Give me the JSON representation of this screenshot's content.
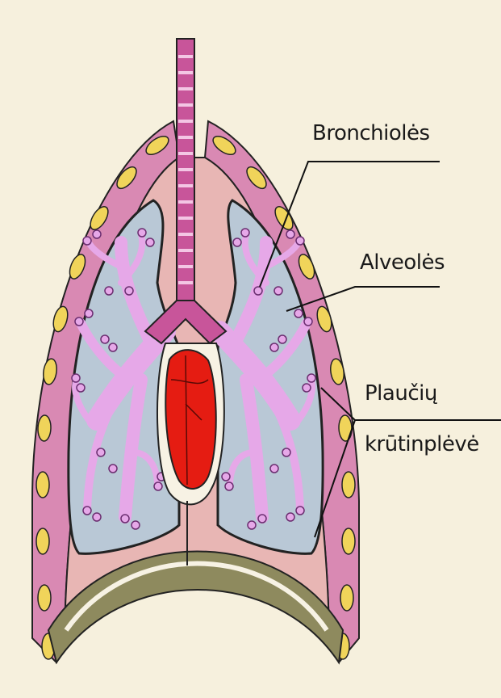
{
  "labels": {
    "bronchioles": "Bronchiolės",
    "alveoles": "Alveolės",
    "pleura_line1": "Plaučių",
    "pleura_line2": "krūtinplėvė"
  },
  "colors": {
    "background": "#f6f0dd",
    "rib_band": "#d989b3",
    "rib_bead": "#f0d45a",
    "chest_cavity": "#e8b6b4",
    "lung_tissue": "#b9c8d6",
    "bronchi": "#e6a8e8",
    "trachea": "#c8559a",
    "heart": "#e51c12",
    "diaphragm": "#8e8a5e"
  }
}
